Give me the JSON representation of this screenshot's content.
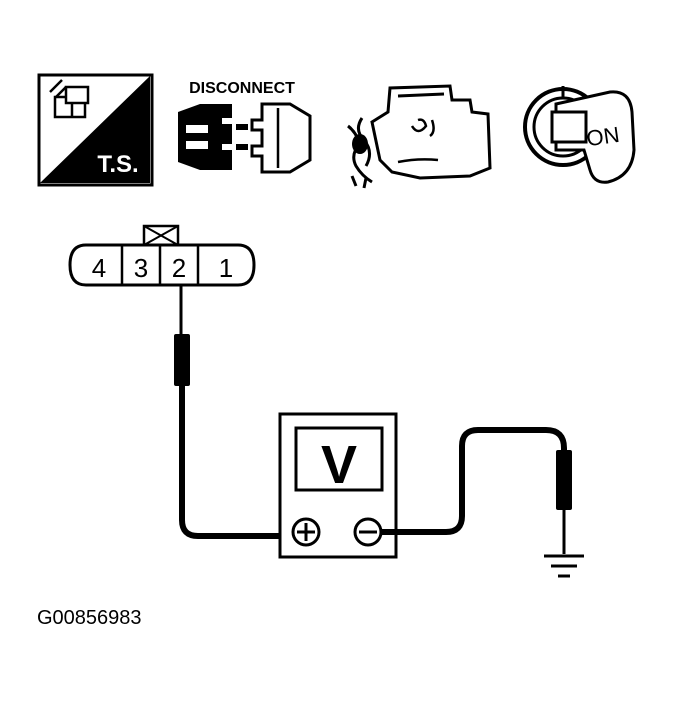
{
  "icons": {
    "ts_label": "T.S.",
    "disconnect_label": "DISCONNECT",
    "key_label": "ON",
    "ts_icon": "terminal-service-icon",
    "disconnect_icon": "connector-disconnect-icon",
    "engine_icon": "engine-icon",
    "ignition_icon": "ignition-key-on-icon"
  },
  "connector": {
    "pins": [
      "4",
      "3",
      "2",
      "1"
    ],
    "probed_pin": "2"
  },
  "meter": {
    "display": "V",
    "positive_terminal": "+",
    "negative_terminal": "−"
  },
  "figure_id": "G00856983",
  "colors": {
    "ink": "#000000",
    "paper": "#ffffff"
  }
}
